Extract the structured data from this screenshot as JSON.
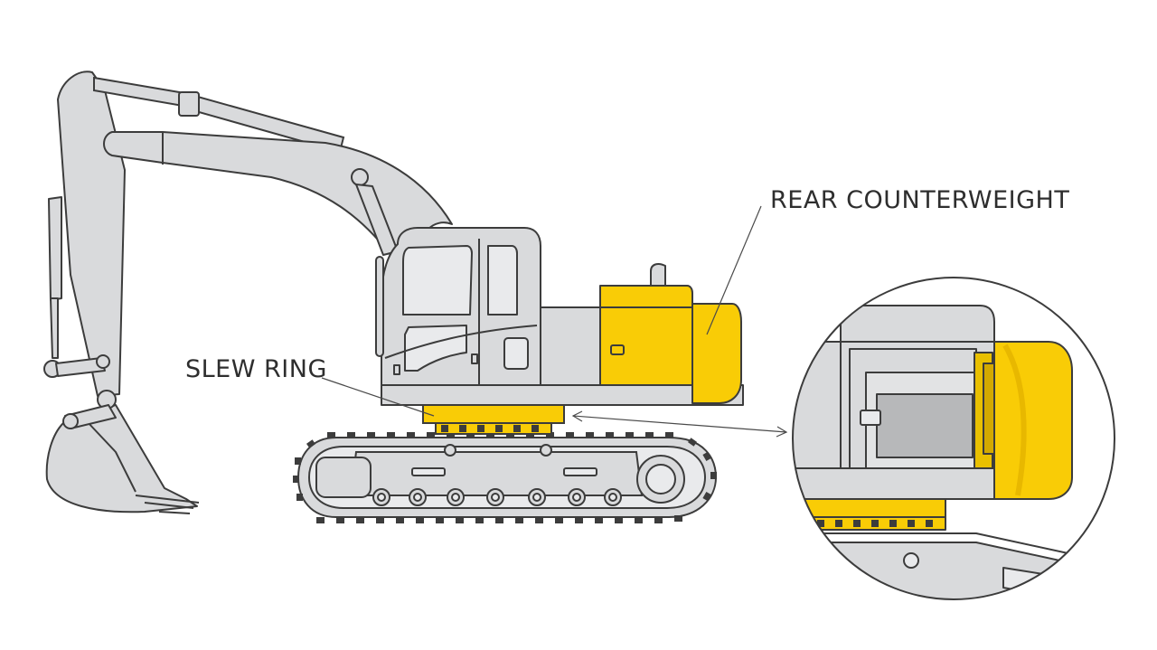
{
  "labels": {
    "rear_counterweight": "REAR COUNTERWEIGHT",
    "slew_ring": "SLEW RING"
  },
  "colors": {
    "body_fill": "#d9dadc",
    "body_stroke": "#3c3c3c",
    "highlight": "#f9cc06",
    "highlight_dark": "#e0b400",
    "glass": "#e9eaec",
    "background": "#ffffff"
  },
  "components": {
    "highlighted": [
      "rear-counterweight",
      "slew-ring"
    ],
    "detail_inset": "rear-counterweight-closeup"
  }
}
